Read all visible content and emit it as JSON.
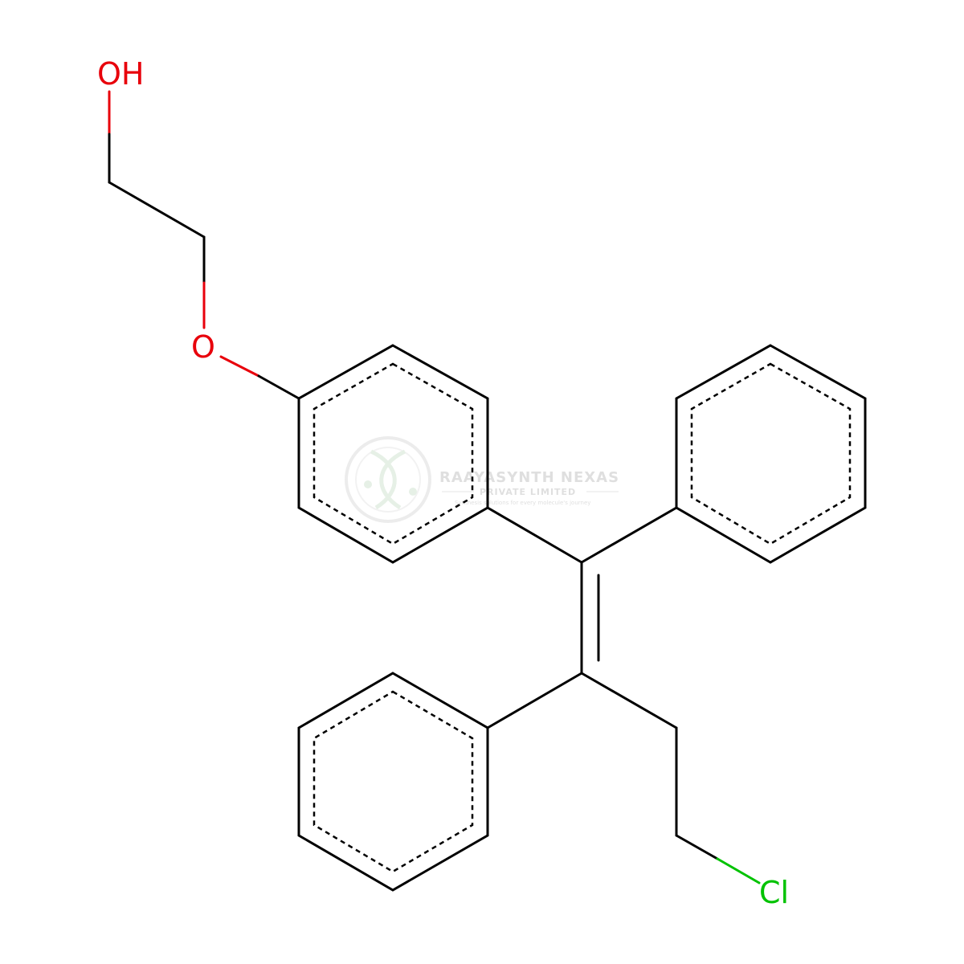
{
  "molecule": {
    "atoms": {
      "hydroxyl": "OH",
      "ether_oxygen": "O",
      "chlorine": "Cl"
    },
    "colors": {
      "bond": "#000000",
      "oxygen": "#e8000b",
      "chlorine": "#00c200"
    }
  },
  "watermark": {
    "company": "RAAYASYNTH NEXAS",
    "subtitle": "PRIVATE LIMITED",
    "tagline": "Synthesis solutions for every molecule's journey"
  }
}
